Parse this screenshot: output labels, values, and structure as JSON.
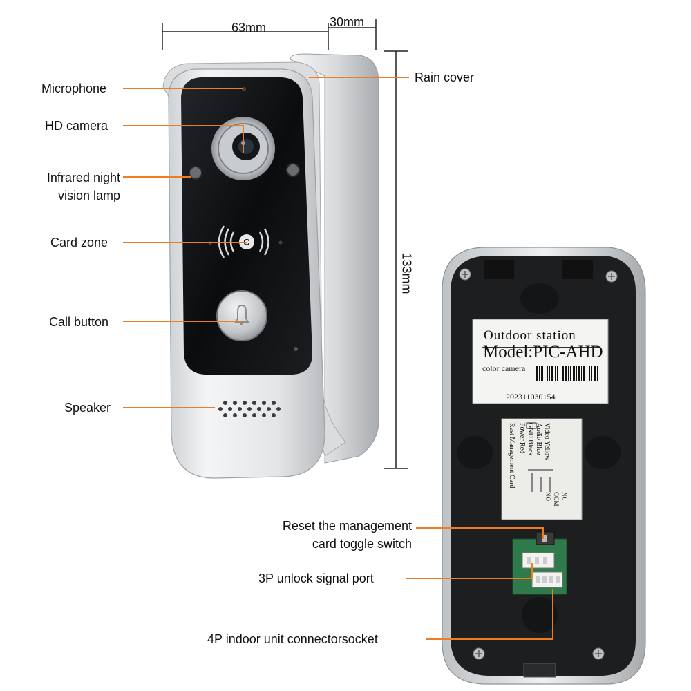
{
  "dimensions": {
    "width": "63mm",
    "depth": "30mm",
    "height": "133mm"
  },
  "front_labels": {
    "microphone": "Microphone",
    "hd_camera": "HD camera",
    "infrared_line1": "Infrared night",
    "infrared_line2": "vision lamp",
    "card_zone": "Card zone",
    "call_button": "Call button",
    "speaker": "Speaker",
    "rain_cover": "Rain cover"
  },
  "back_labels": {
    "reset_line1": "Reset the management",
    "reset_line2": "card toggle switch",
    "unlock_port": "3P unlock signal port",
    "indoor_socket": "4P indoor unit connectorsocket"
  },
  "product_label": {
    "heading": "Outdoor station",
    "model": "Model:PIC-AHD",
    "subtitle": "color camera",
    "serial": "202311030154"
  },
  "wiring_sticker": {
    "col1": "Video Yellow",
    "col2": "Audio Blue",
    "col3": "GND Black",
    "col4": "Power Red",
    "col5": "Rest Management Card",
    "nc": "NC",
    "com": "COM",
    "no": "NO"
  },
  "colors": {
    "callout_line": "#f07c1f",
    "dimension_line": "#222222",
    "housing": "#e6e8ea",
    "face_panel": "#101214",
    "back_panel": "#1d1e20"
  }
}
